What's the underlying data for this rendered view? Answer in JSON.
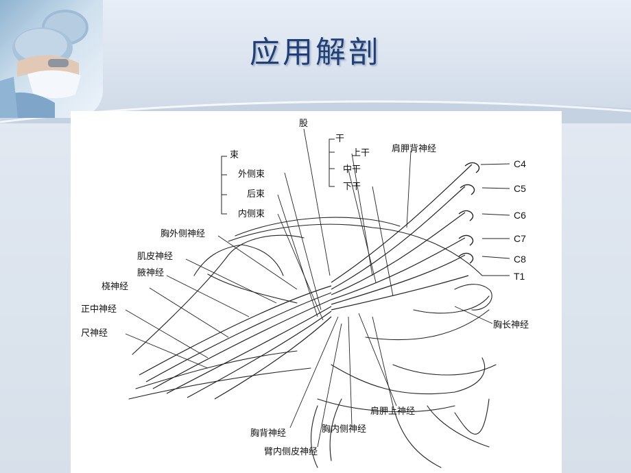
{
  "slide": {
    "title": "应用解剖"
  },
  "diagram": {
    "group_labels": {
      "cord": "束",
      "stem": "干",
      "division": "股"
    },
    "cords": [
      "外侧束",
      "后束",
      "内侧束"
    ],
    "trunks": [
      "上干",
      "中干",
      "下干"
    ],
    "roots": [
      "C4",
      "C5",
      "C6",
      "C7",
      "C8",
      "T1"
    ],
    "left_labels": [
      "胸外侧神经",
      "肌皮神经",
      "腋神经",
      "桡神经",
      "正中神经",
      "尺神经"
    ],
    "right_labels": [
      "肩胛背神经",
      "胸长神经",
      "肩胛上神经"
    ],
    "bottom_labels": [
      "胸背神经",
      "胸内侧神经",
      "臂内侧皮神经"
    ]
  }
}
